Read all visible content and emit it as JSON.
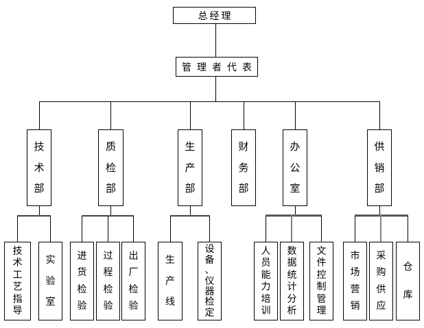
{
  "org": {
    "root": {
      "label": "总经理"
    },
    "representative": {
      "label": "管理者代表"
    },
    "departments": [
      {
        "label": "技术部",
        "children": [
          {
            "label": "技术工艺指导"
          },
          {
            "label": "实验室"
          }
        ]
      },
      {
        "label": "质检部",
        "children": [
          {
            "label": "进货检验"
          },
          {
            "label": "过程检验"
          },
          {
            "label": "出厂检验"
          }
        ]
      },
      {
        "label": "生产部",
        "children": [
          {
            "label": "生产线"
          },
          {
            "label": "设备、仪器检定"
          }
        ]
      },
      {
        "label": "财务部",
        "children": []
      },
      {
        "label": "办公室",
        "children": [
          {
            "label": "人员能力培训"
          },
          {
            "label": "数据统计分析"
          },
          {
            "label": "文件控制管理"
          }
        ]
      },
      {
        "label": "供销部",
        "children": [
          {
            "label": "市场营销"
          },
          {
            "label": "采购供应"
          },
          {
            "label": "仓库"
          }
        ]
      }
    ],
    "colors": {
      "line": "#000000",
      "line_highlight": "#808080",
      "box_border": "#000000",
      "box_fill": "#ffffff",
      "text": "#000000",
      "background": "#ffffff"
    }
  }
}
